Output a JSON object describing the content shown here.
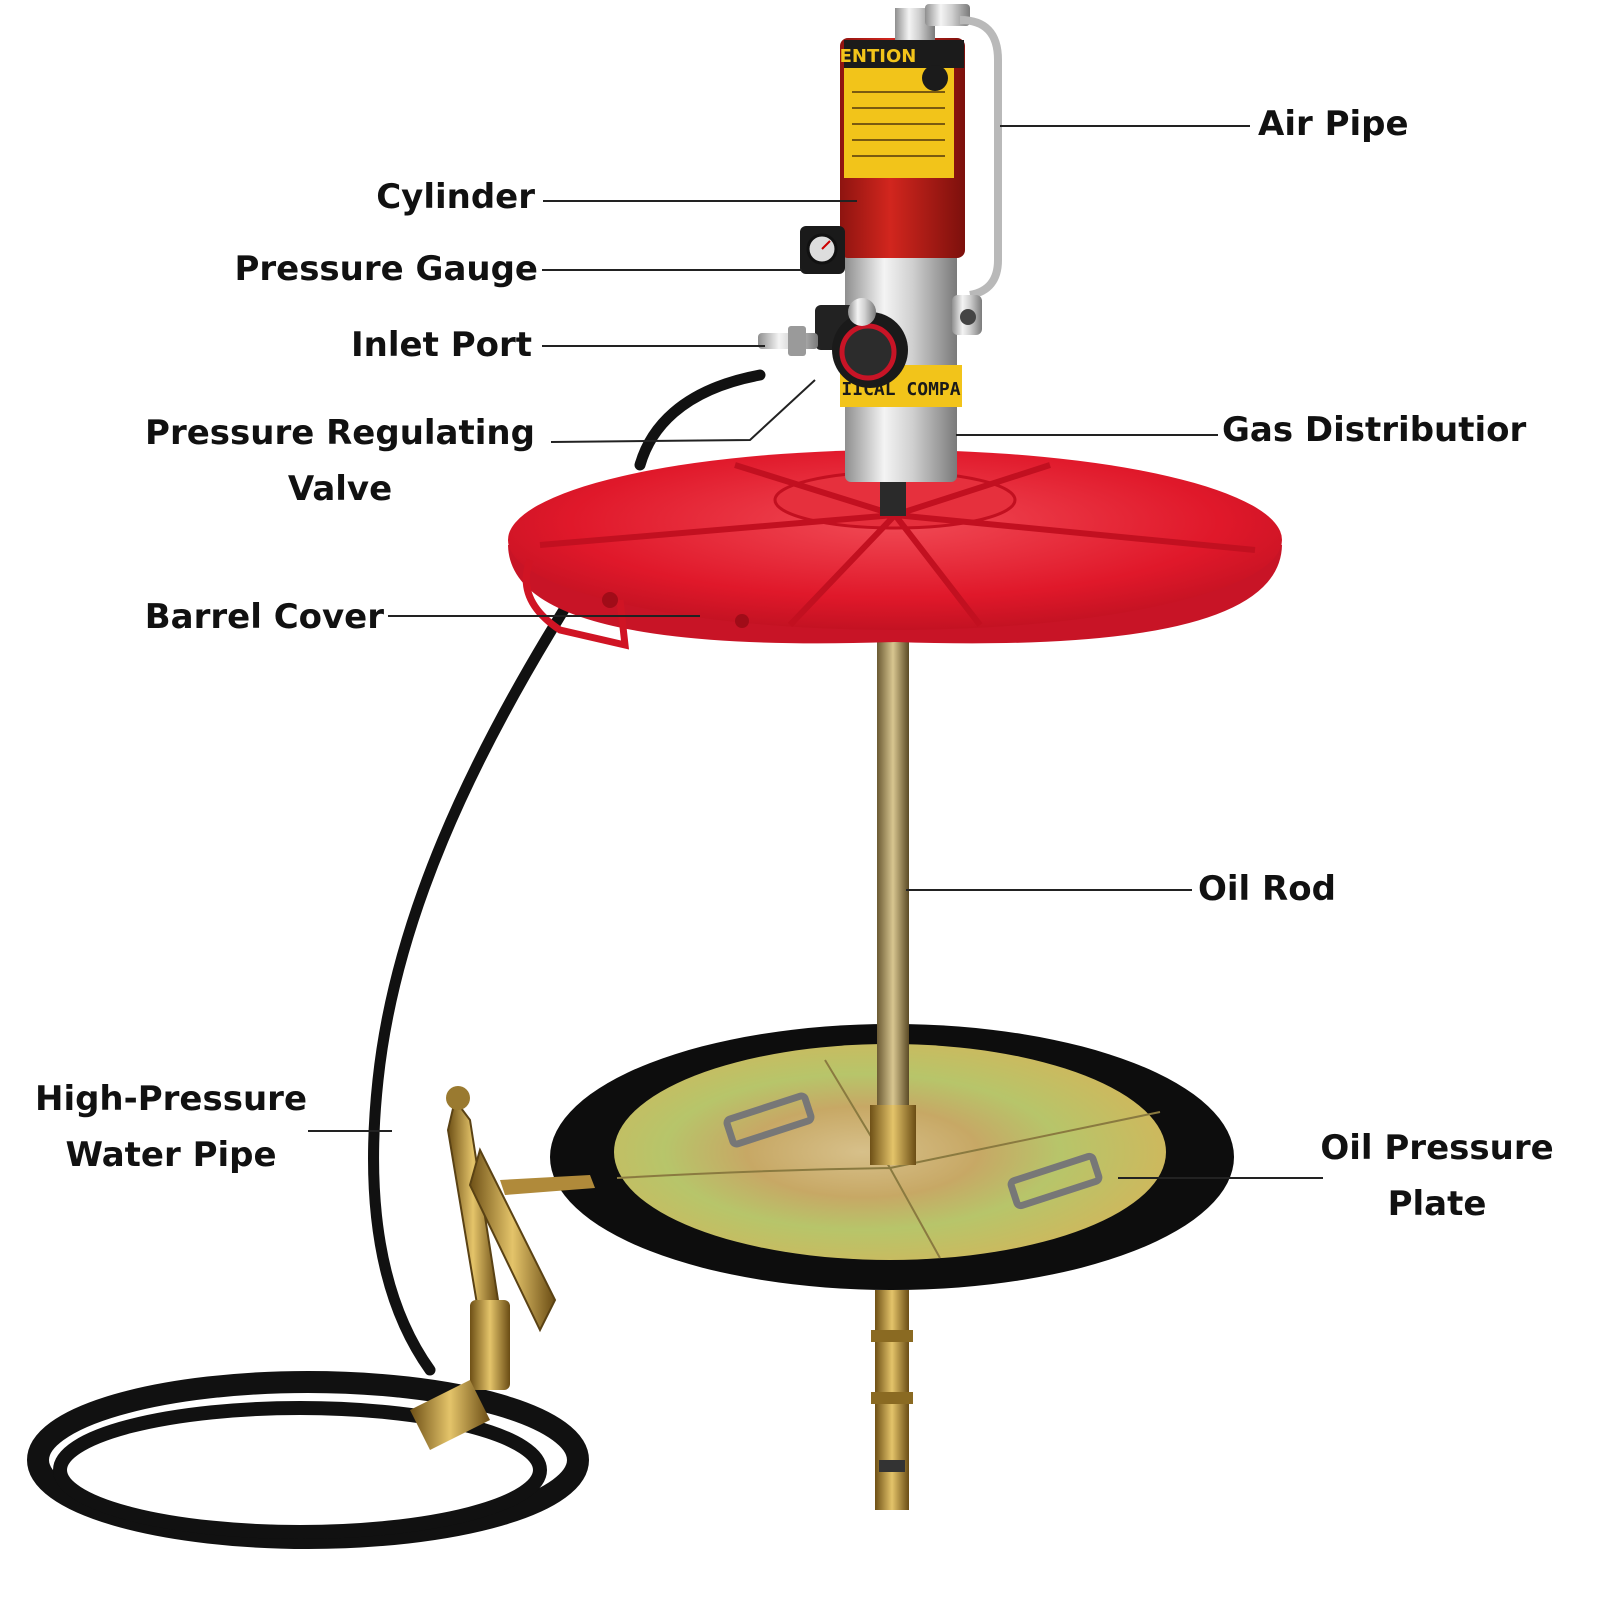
{
  "labels": {
    "air_pipe": "Air Pipe",
    "cylinder": "Cylinder",
    "pressure_gauge": "Pressure Gauge",
    "inlet_port": "Inlet Port",
    "pressure_regulating_valve_line1": "Pressure Regulating",
    "pressure_regulating_valve_line2": "Valve",
    "gas_distribution": "Gas Distributior",
    "barrel_cover": "Barrel Cover",
    "oil_rod": "Oil Rod",
    "high_pressure_water_pipe_line1": "High-Pressure",
    "high_pressure_water_pipe_line2": "Water Pipe",
    "oil_pressure_plate_line1": "Oil Pressure",
    "oil_pressure_plate_line2": "Plate"
  },
  "product_markings": {
    "attention_label": "ENTION",
    "band_label": "IICAL COMPA"
  },
  "colors": {
    "cover_red": "#e0182a",
    "cylinder_red": "#c8201e",
    "caution_yellow": "#f2c41a",
    "plate_gold": "#c9b04a",
    "hose_black": "#111111",
    "leader_line": "#222222"
  }
}
